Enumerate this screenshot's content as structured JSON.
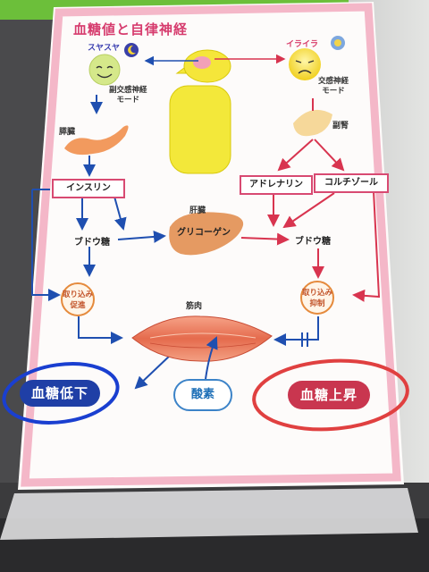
{
  "title": "血糖値と自律神経",
  "moods": {
    "left": "スヤスヤ",
    "right": "イライラ"
  },
  "modes": {
    "parasympathetic_line1": "副交感神経",
    "parasympathetic_line2": "モード",
    "sympathetic_line1": "交感神経",
    "sympathetic_line2": "モード"
  },
  "organs": {
    "pancreas": "膵臓",
    "adrenal": "副腎",
    "liver": "肝臓",
    "muscle": "筋肉"
  },
  "hormones": {
    "insulin": "インスリン",
    "adrenaline": "アドレナリン",
    "cortisol": "コルチゾール"
  },
  "substances": {
    "glucose_left": "ブドウ糖",
    "glucose_right": "ブドウ糖",
    "glycogen": "グリコーゲン"
  },
  "uptake": {
    "promote_line1": "取り込み",
    "promote_line2": "促進",
    "suppress_line1": "取り込み",
    "suppress_line2": "抑制"
  },
  "results": {
    "low": "血糖低下",
    "high": "血糖上昇",
    "oxygen": "酸素"
  },
  "colors": {
    "blue_arrow": "#1f4fb0",
    "red_arrow": "#d8344f",
    "frame_pink": "#f4b7c8",
    "title_pink": "#d63c6e"
  }
}
